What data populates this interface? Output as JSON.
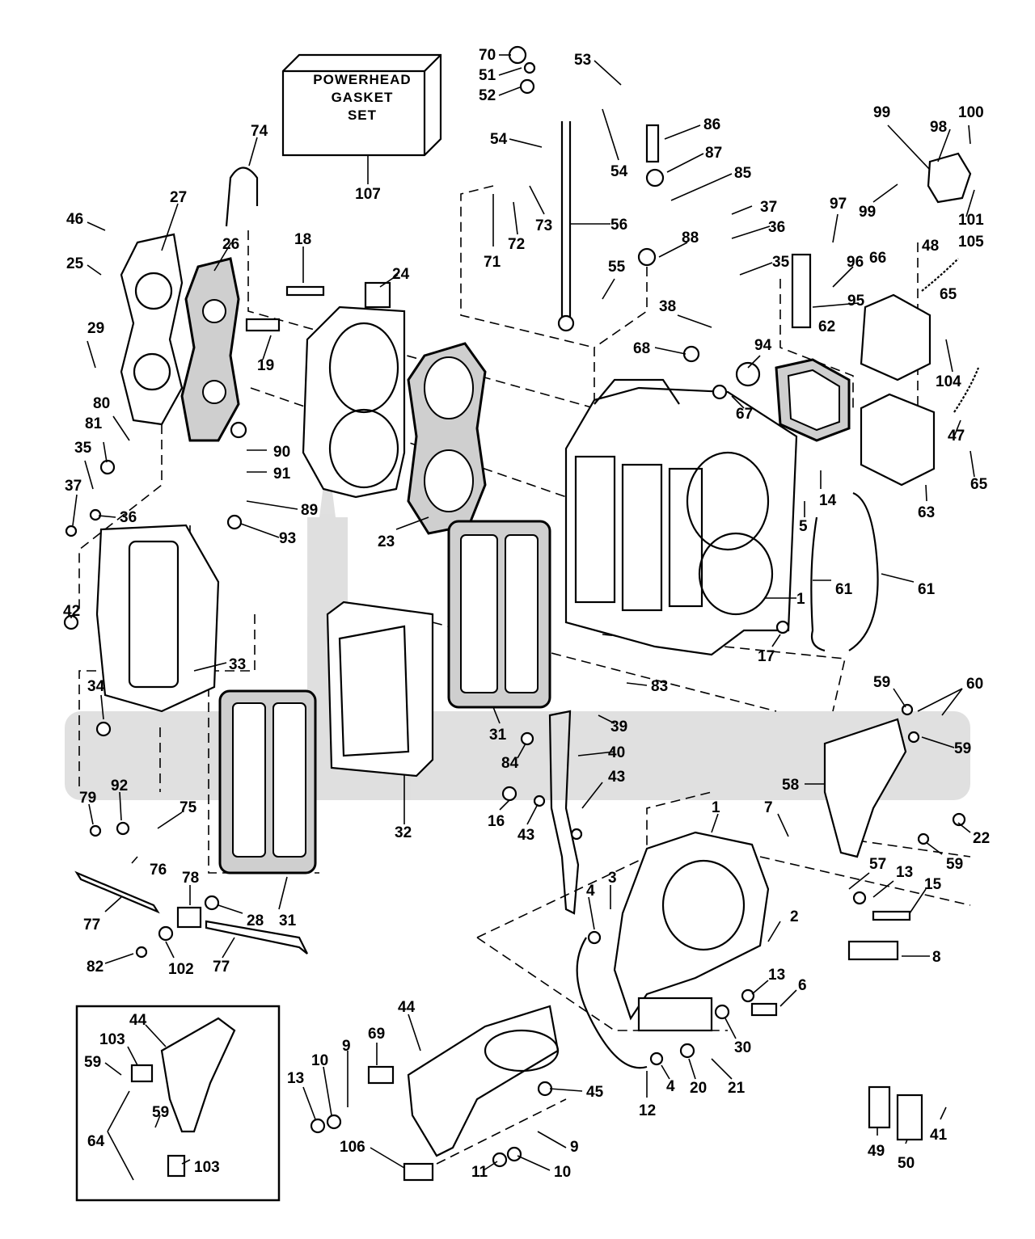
{
  "kit_box": {
    "line1": "POWERHEAD",
    "line2": "GASKET",
    "line3": "SET",
    "ref": "107"
  },
  "labels": [
    {
      "id": "70",
      "t": "70"
    },
    {
      "id": "51",
      "t": "51"
    },
    {
      "id": "52",
      "t": "52"
    },
    {
      "id": "53",
      "t": "53"
    },
    {
      "id": "54a",
      "t": "54"
    },
    {
      "id": "54b",
      "t": "54"
    },
    {
      "id": "86",
      "t": "86"
    },
    {
      "id": "87",
      "t": "87"
    },
    {
      "id": "85",
      "t": "85"
    },
    {
      "id": "99a",
      "t": "99"
    },
    {
      "id": "98",
      "t": "98"
    },
    {
      "id": "100",
      "t": "100"
    },
    {
      "id": "99b",
      "t": "99"
    },
    {
      "id": "101",
      "t": "101"
    },
    {
      "id": "74",
      "t": "74"
    },
    {
      "id": "27",
      "t": "27"
    },
    {
      "id": "46",
      "t": "46"
    },
    {
      "id": "26",
      "t": "26"
    },
    {
      "id": "25",
      "t": "25"
    },
    {
      "id": "18",
      "t": "18"
    },
    {
      "id": "24",
      "t": "24"
    },
    {
      "id": "71",
      "t": "71"
    },
    {
      "id": "72",
      "t": "72"
    },
    {
      "id": "73",
      "t": "73"
    },
    {
      "id": "56",
      "t": "56"
    },
    {
      "id": "37a",
      "t": "37"
    },
    {
      "id": "36a",
      "t": "36"
    },
    {
      "id": "97",
      "t": "97"
    },
    {
      "id": "88",
      "t": "88"
    },
    {
      "id": "48",
      "t": "48"
    },
    {
      "id": "105",
      "t": "105"
    },
    {
      "id": "35a",
      "t": "35"
    },
    {
      "id": "96",
      "t": "96"
    },
    {
      "id": "66",
      "t": "66"
    },
    {
      "id": "55",
      "t": "55"
    },
    {
      "id": "65a",
      "t": "65"
    },
    {
      "id": "95",
      "t": "95"
    },
    {
      "id": "29",
      "t": "29"
    },
    {
      "id": "38",
      "t": "38"
    },
    {
      "id": "19",
      "t": "19"
    },
    {
      "id": "68",
      "t": "68"
    },
    {
      "id": "62",
      "t": "62"
    },
    {
      "id": "94",
      "t": "94"
    },
    {
      "id": "104",
      "t": "104"
    },
    {
      "id": "80",
      "t": "80"
    },
    {
      "id": "67",
      "t": "67"
    },
    {
      "id": "47",
      "t": "47"
    },
    {
      "id": "81",
      "t": "81"
    },
    {
      "id": "90",
      "t": "90"
    },
    {
      "id": "91",
      "t": "91"
    },
    {
      "id": "35b",
      "t": "35"
    },
    {
      "id": "65b",
      "t": "65"
    },
    {
      "id": "14",
      "t": "14"
    },
    {
      "id": "37b",
      "t": "37"
    },
    {
      "id": "89",
      "t": "89"
    },
    {
      "id": "23",
      "t": "23"
    },
    {
      "id": "63",
      "t": "63"
    },
    {
      "id": "36b",
      "t": "36"
    },
    {
      "id": "5",
      "t": "5"
    },
    {
      "id": "93",
      "t": "93"
    },
    {
      "id": "61a",
      "t": "61"
    },
    {
      "id": "61b",
      "t": "61"
    },
    {
      "id": "1a",
      "t": "1"
    },
    {
      "id": "42",
      "t": "42"
    },
    {
      "id": "17",
      "t": "17"
    },
    {
      "id": "33",
      "t": "33"
    },
    {
      "id": "83",
      "t": "83"
    },
    {
      "id": "34",
      "t": "34"
    },
    {
      "id": "59a",
      "t": "59"
    },
    {
      "id": "60",
      "t": "60"
    },
    {
      "id": "39",
      "t": "39"
    },
    {
      "id": "31a",
      "t": "31"
    },
    {
      "id": "59b",
      "t": "59"
    },
    {
      "id": "84",
      "t": "84"
    },
    {
      "id": "40",
      "t": "40"
    },
    {
      "id": "43a",
      "t": "43"
    },
    {
      "id": "58",
      "t": "58"
    },
    {
      "id": "79",
      "t": "79"
    },
    {
      "id": "92",
      "t": "92"
    },
    {
      "id": "1b",
      "t": "1"
    },
    {
      "id": "7",
      "t": "7"
    },
    {
      "id": "75",
      "t": "75"
    },
    {
      "id": "16",
      "t": "16"
    },
    {
      "id": "43b",
      "t": "43"
    },
    {
      "id": "32",
      "t": "32"
    },
    {
      "id": "22",
      "t": "22"
    },
    {
      "id": "76",
      "t": "76"
    },
    {
      "id": "59c",
      "t": "59"
    },
    {
      "id": "57",
      "t": "57"
    },
    {
      "id": "78",
      "t": "78"
    },
    {
      "id": "13a",
      "t": "13"
    },
    {
      "id": "3",
      "t": "3"
    },
    {
      "id": "15",
      "t": "15"
    },
    {
      "id": "4a",
      "t": "4"
    },
    {
      "id": "77a",
      "t": "77"
    },
    {
      "id": "28",
      "t": "28"
    },
    {
      "id": "31b",
      "t": "31"
    },
    {
      "id": "2",
      "t": "2"
    },
    {
      "id": "8",
      "t": "8"
    },
    {
      "id": "77b",
      "t": "77"
    },
    {
      "id": "82",
      "t": "82"
    },
    {
      "id": "102",
      "t": "102"
    },
    {
      "id": "13b",
      "t": "13"
    },
    {
      "id": "6",
      "t": "6"
    },
    {
      "id": "44a",
      "t": "44"
    },
    {
      "id": "44b",
      "t": "44"
    },
    {
      "id": "103a",
      "t": "103"
    },
    {
      "id": "69",
      "t": "69"
    },
    {
      "id": "30",
      "t": "30"
    },
    {
      "id": "59d",
      "t": "59"
    },
    {
      "id": "9a",
      "t": "9"
    },
    {
      "id": "20",
      "t": "20"
    },
    {
      "id": "21",
      "t": "21"
    },
    {
      "id": "10a",
      "t": "10"
    },
    {
      "id": "13c",
      "t": "13"
    },
    {
      "id": "45",
      "t": "45"
    },
    {
      "id": "4b",
      "t": "4"
    },
    {
      "id": "12",
      "t": "12"
    },
    {
      "id": "59e",
      "t": "59"
    },
    {
      "id": "64",
      "t": "64"
    },
    {
      "id": "41",
      "t": "41"
    },
    {
      "id": "49",
      "t": "49"
    },
    {
      "id": "50",
      "t": "50"
    },
    {
      "id": "106",
      "t": "106"
    },
    {
      "id": "9b",
      "t": "9"
    },
    {
      "id": "103b",
      "t": "103"
    },
    {
      "id": "11",
      "t": "11"
    },
    {
      "id": "10b",
      "t": "10"
    }
  ]
}
